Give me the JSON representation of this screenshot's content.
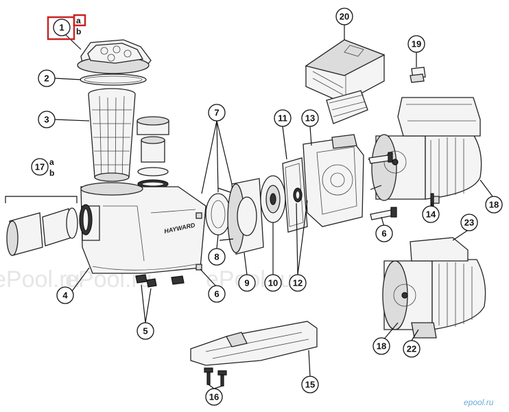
{
  "watermarks": {
    "text": "ePool.ru",
    "corner": "epool.ru"
  },
  "brand_label": "HAYWARD",
  "callouts": [
    {
      "id": "c1",
      "label": "1",
      "letters": [
        "a",
        "b"
      ]
    },
    {
      "id": "c2",
      "label": "2"
    },
    {
      "id": "c3",
      "label": "3"
    },
    {
      "id": "c4",
      "label": "4"
    },
    {
      "id": "c5",
      "label": "5"
    },
    {
      "id": "c6a",
      "label": "6"
    },
    {
      "id": "c6b",
      "label": "6"
    },
    {
      "id": "c7",
      "label": "7"
    },
    {
      "id": "c8",
      "label": "8"
    },
    {
      "id": "c9",
      "label": "9"
    },
    {
      "id": "c10",
      "label": "10"
    },
    {
      "id": "c11",
      "label": "11"
    },
    {
      "id": "c12",
      "label": "12"
    },
    {
      "id": "c13",
      "label": "13"
    },
    {
      "id": "c14",
      "label": "14"
    },
    {
      "id": "c15",
      "label": "15"
    },
    {
      "id": "c16",
      "label": "16"
    },
    {
      "id": "c17",
      "label": "17",
      "letters": [
        "a",
        "b"
      ]
    },
    {
      "id": "c18a",
      "label": "18"
    },
    {
      "id": "c18b",
      "label": "18"
    },
    {
      "id": "c19",
      "label": "19"
    },
    {
      "id": "c20",
      "label": "20"
    },
    {
      "id": "c22",
      "label": "22"
    },
    {
      "id": "c23",
      "label": "23"
    }
  ],
  "colors": {
    "highlight": "#cc2222",
    "watermark": "#e6e6e6",
    "corner_watermark": "#6aa9d8"
  }
}
